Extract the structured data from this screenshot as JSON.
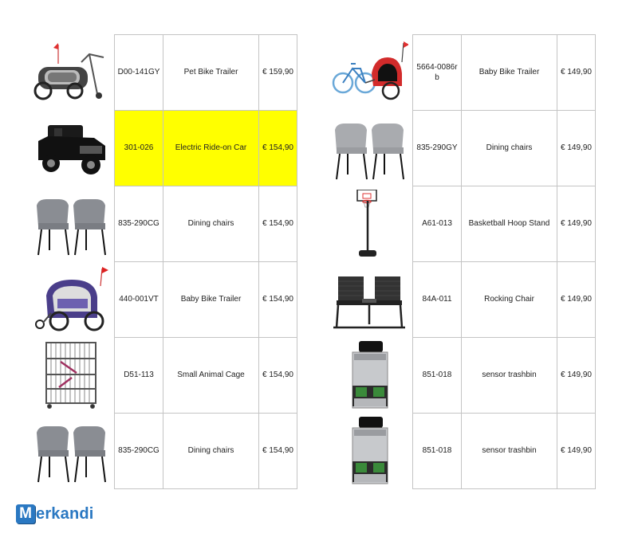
{
  "left_rows": [
    {
      "code": "D00-141GY",
      "name": "Pet Bike Trailer",
      "price": "€ 159,90",
      "icon": "pet-bike-trailer-icon",
      "highlight": false
    },
    {
      "code": "301-026",
      "name": "Electric Ride-on Car",
      "price": "€ 154,90",
      "icon": "ride-on-car-icon",
      "highlight": true
    },
    {
      "code": "835-290CG",
      "name": "Dining chairs",
      "price": "€ 154,90",
      "icon": "dining-chairs-icon",
      "highlight": false
    },
    {
      "code": "440-001VT",
      "name": "Baby Bike Trailer",
      "price": "€ 154,90",
      "icon": "baby-bike-trailer-icon",
      "highlight": false
    },
    {
      "code": "D51-113",
      "name": "Small Animal Cage",
      "price": "€ 154,90",
      "icon": "animal-cage-icon",
      "highlight": false
    },
    {
      "code": "835-290CG",
      "name": "Dining chairs",
      "price": "€ 154,90",
      "icon": "dining-chairs-icon",
      "highlight": false
    }
  ],
  "right_rows": [
    {
      "code": "5664-0086rb",
      "name": "Baby Bike Trailer",
      "price": "€ 149,90",
      "icon": "bike-with-trailer-icon"
    },
    {
      "code": "835-290GY",
      "name": "Dining chairs",
      "price": "€ 149,90",
      "icon": "dining-chairs-icon"
    },
    {
      "code": "A61-013",
      "name": "Basketball Hoop Stand",
      "price": "€ 149,90",
      "icon": "basketball-hoop-icon"
    },
    {
      "code": "84A-011",
      "name": "Rocking Chair",
      "price": "€ 149,90",
      "icon": "rocking-chair-icon"
    },
    {
      "code": "851-018",
      "name": "sensor trashbin",
      "price": "€ 149,90",
      "icon": "trash-bin-icon"
    },
    {
      "code": "851-018",
      "name": "sensor trashbin",
      "price": "€ 149,90",
      "icon": "trash-bin-icon"
    }
  ],
  "logo": {
    "first_letter": "M",
    "rest": "erkandi",
    "color": "#2a78c2"
  },
  "highlight_color": "#ffff00"
}
